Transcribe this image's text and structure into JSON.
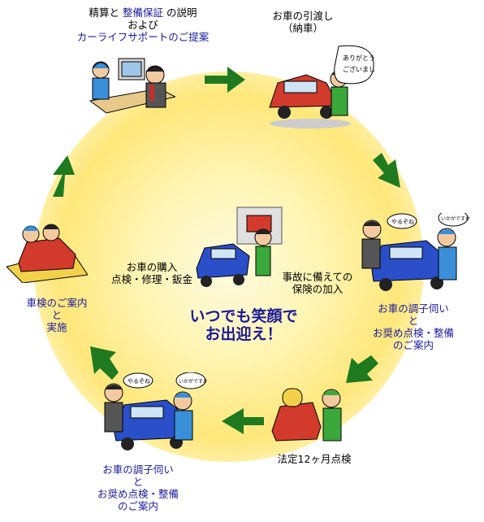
{
  "steps": {
    "explain": {
      "l1_a": "精算と",
      "l1_b": "整備保証",
      "l1_c": "の説明",
      "l2": "および",
      "l3": "カーライフサポートのご提案"
    },
    "delivery": {
      "l1": "お車の引渡し",
      "l2": "（納車）",
      "bubble1": "ありがとう",
      "bubble2": "ございました"
    },
    "insurance": {
      "l1": "事故に備えての",
      "l2": "保険の加入"
    },
    "condition_right": {
      "l1": "お車の調子伺い",
      "l2": "と",
      "l3": "お奨め点検・整備",
      "l4": "のご案内"
    },
    "legal_inspection": {
      "l1": "法定12ヶ月点検"
    },
    "condition_bottom": {
      "l1": "お車の調子伺い",
      "l2": "と",
      "l3": "お奨め点検・整備",
      "l4": "のご案内"
    },
    "shaken": {
      "l1": "車検のご案内",
      "l2": "と",
      "l3": "実施"
    },
    "purchase": {
      "l1": "お車の購入",
      "l2": "点検・修理・鈑金"
    }
  },
  "center": {
    "line1": "いつでも笑顔で",
    "line2": "お出迎え！"
  },
  "bubbles": {
    "yaruzo": "やるぞね",
    "ikaga": "いかがですか"
  },
  "colors": {
    "arrow": "#1f7a1f",
    "accent_text": "#1a1a9a",
    "glow": "#ffe77a"
  }
}
